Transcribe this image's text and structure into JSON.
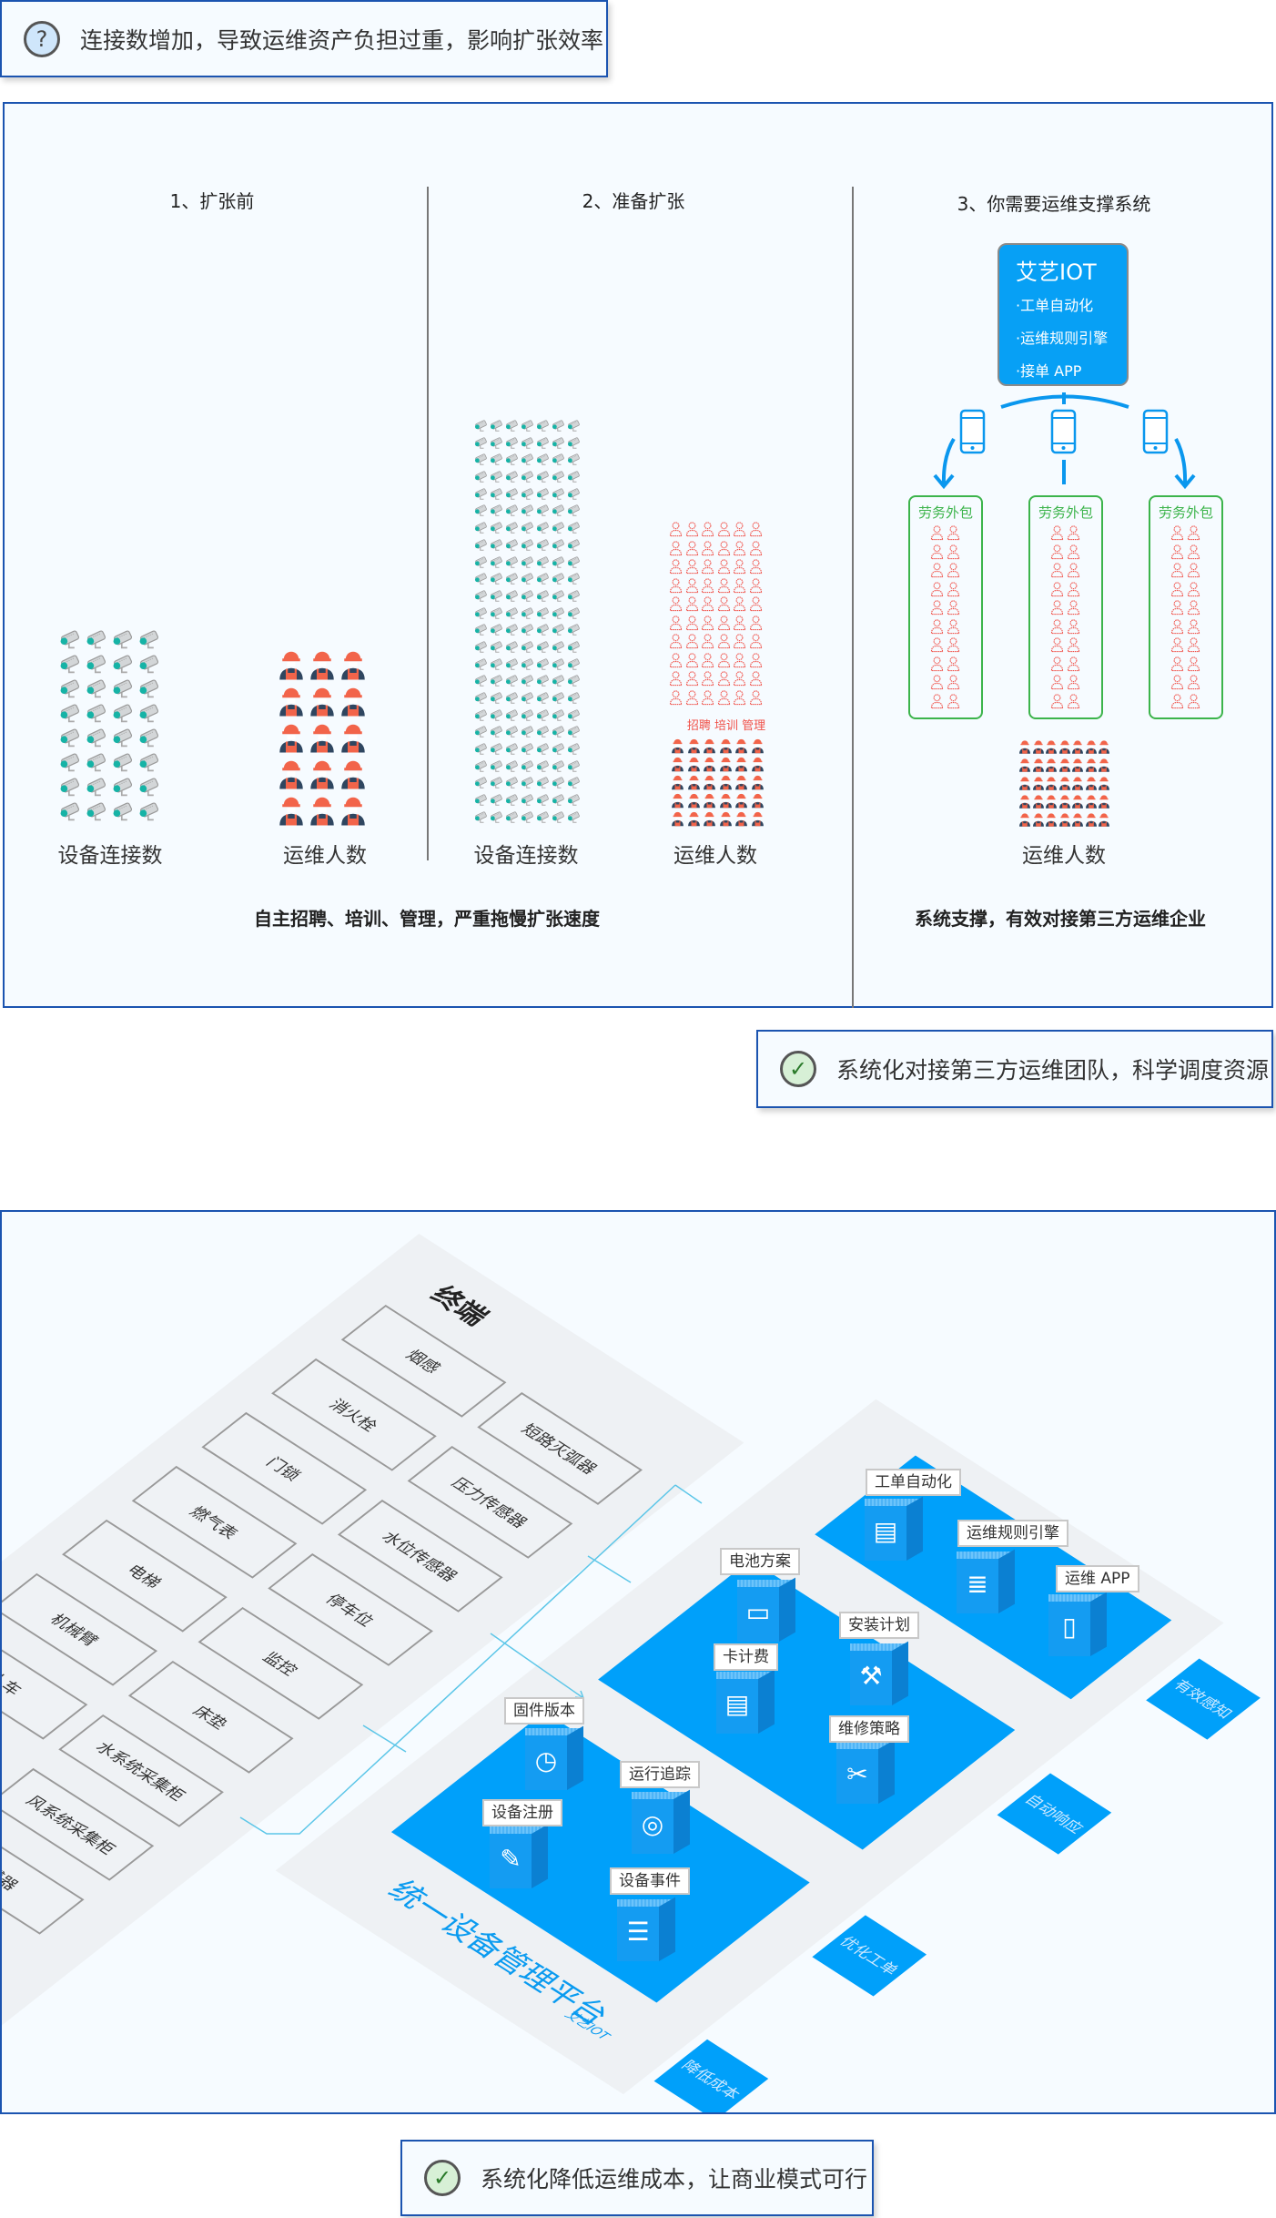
{
  "callout_top": {
    "icon": "question-icon",
    "text": "连接数增加，导致运维资产负担过重，影响扩张效率"
  },
  "panel1": {
    "sections": [
      {
        "title": "1、扩张前",
        "device_label": "设备连接数",
        "people_label": "运维人数"
      },
      {
        "title": "2、准备扩张",
        "device_label": "设备连接数",
        "people_label": "运维人数",
        "note": "招聘 培训 管理"
      },
      {
        "title": "3、你需要运维支撑系统",
        "people_label": "运维人数",
        "system": {
          "name": "艾艺IOT",
          "features": [
            "·工单自动化",
            "·运维规则引擎",
            "·接单 APP"
          ]
        },
        "outsource_label": "劳务外包"
      }
    ],
    "caption_left": "自主招聘、培训、管理，严重拖慢扩张速度",
    "caption_right": "系统支撑，有效对接第三方运维企业"
  },
  "callout_mid": {
    "icon": "check-icon",
    "text": "系统化对接第三方运维团队，科学调度资源"
  },
  "panel2": {
    "terminal_title": "终端",
    "terminals_col1": [
      "烟感",
      "消火栓",
      "门锁",
      "燃气表",
      "电梯",
      "机械臂",
      "人车"
    ],
    "terminals_col2": [
      "短路灭弧器",
      "压力传感器",
      "水位传感器",
      "停车位",
      "监控",
      "床垫",
      "水系统采集柜",
      "风系统采集柜",
      "感器"
    ],
    "platform_name": "统一设备管理平台",
    "platform_brand": "艾艺IOT",
    "modules": [
      {
        "label": "固件版本",
        "icon": "clock-icon"
      },
      {
        "label": "设备注册",
        "icon": "edit-icon"
      },
      {
        "label": "运行追踪",
        "icon": "target-icon"
      },
      {
        "label": "设备事件",
        "icon": "server-icon"
      },
      {
        "label": "电池方案",
        "icon": "battery-icon"
      },
      {
        "label": "卡计费",
        "icon": "card-icon"
      },
      {
        "label": "安装计划",
        "icon": "drill-icon"
      },
      {
        "label": "维修策略",
        "icon": "wrench-icon"
      },
      {
        "label": "工单自动化",
        "icon": "clipboard-icon"
      },
      {
        "label": "运维规则引擎",
        "icon": "document-icon"
      },
      {
        "label": "运维 APP",
        "icon": "tablet-icon"
      }
    ],
    "benefits": [
      "降低成本",
      "优化工单",
      "自动响应",
      "有效感知"
    ]
  },
  "callout_bottom": {
    "icon": "check-icon",
    "text": "系统化降低运维成本，让商业模式可行"
  },
  "colors": {
    "accent": "#00a0fa",
    "border": "#1b54b0",
    "green": "#3cb44b",
    "red": "#f0524a"
  }
}
